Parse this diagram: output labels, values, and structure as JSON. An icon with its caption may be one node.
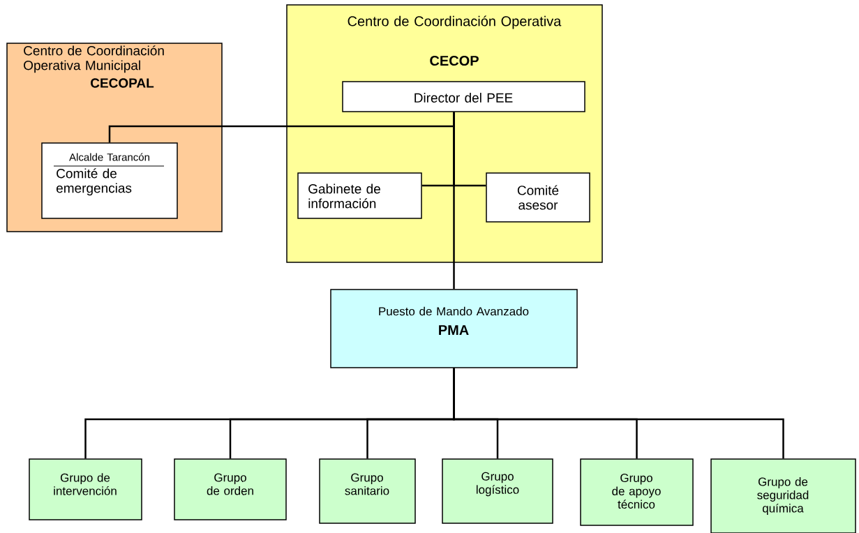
{
  "diagram": {
    "nodes": [
      {
        "text": [
          "Centro de Coordinación Operativa Municipal",
          "CECOPAL"
        ]
      },
      {
        "text": [
          "Alcalde Tarancón",
          "Comité de emergencias"
        ],
        "in": 0
      },
      {
        "text": [
          "Centro de Coordinación Operativa",
          "CECOP"
        ]
      },
      {
        "text": [
          "Director del PEE"
        ],
        "in": 2
      },
      {
        "text": [
          "Gabinete de información"
        ],
        "in": 2
      },
      {
        "text": [
          "Comité asesor"
        ],
        "in": 2
      },
      {
        "text": [
          "Puesto de Mando Avanzado",
          "PMA"
        ]
      },
      {
        "text": [
          "Grupo de intervención"
        ]
      },
      {
        "text": [
          "Grupo de orden"
        ]
      },
      {
        "text": [
          "Grupo sanitario"
        ]
      },
      {
        "text": [
          "Grupo logístico"
        ]
      },
      {
        "text": [
          "Grupo de apoyo técnico"
        ]
      },
      {
        "text": [
          "Grupo de seguridad química"
        ]
      }
    ],
    "edges": [
      {
        "from": 3,
        "to": 1,
        "arrow": "none"
      },
      {
        "from": 3,
        "to": 4,
        "arrow": "none"
      },
      {
        "from": 3,
        "to": 5,
        "arrow": "none"
      },
      {
        "from": 3,
        "to": 6,
        "arrow": "none"
      },
      {
        "from": 6,
        "to": 7,
        "arrow": "none"
      },
      {
        "from": 6,
        "to": 8,
        "arrow": "none"
      },
      {
        "from": 6,
        "to": 9,
        "arrow": "none"
      },
      {
        "from": 6,
        "to": 10,
        "arrow": "none"
      },
      {
        "from": 6,
        "to": 11,
        "arrow": "none"
      },
      {
        "from": 6,
        "to": 12,
        "arrow": "none"
      }
    ]
  }
}
